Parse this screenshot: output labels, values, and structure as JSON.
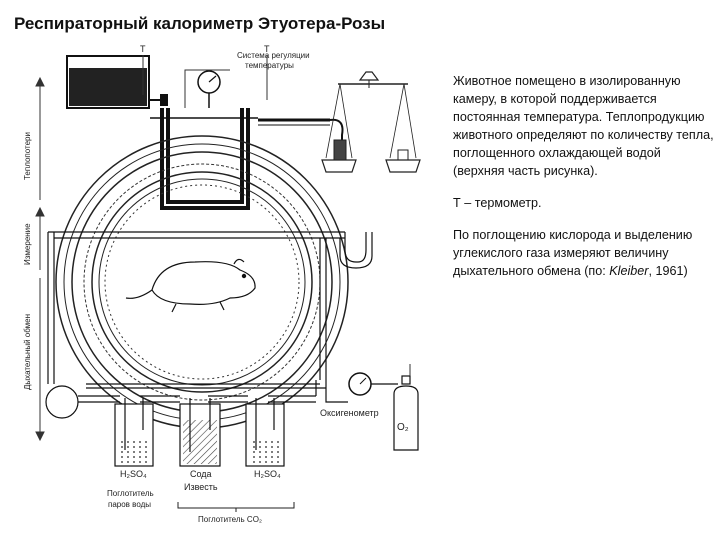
{
  "title": "Респираторный калориметр Этуотера-Розы",
  "paragraphs": {
    "p1": "Животное помещено в изолированную камеру, в которой поддерживается постоянная температура. Теплопродукцию животного определяют по количеству тепла, поглощенного охлаждающей водой (верхняя часть рисунка).",
    "p2": "Т – термометр.",
    "p3_before": "По поглощению кислорода и выделению углекислого газа измеряют величину дыхательного обмена (по: ",
    "p3_author": "Kleiber",
    "p3_after": ", 1961)"
  },
  "diagram": {
    "temp_system_line1": "Система регуляции",
    "temp_system_line2": "температуры",
    "thermo_left": "Т",
    "thermo_right": "Т",
    "axis_heat": "Теплопотери",
    "axis_measure": "Измерение",
    "axis_resp": "Дыхательный обмен",
    "oxygenometer": "Оксигенометр",
    "o2": "O₂",
    "h2so4_left": "H₂SO₄",
    "soda": "Сода",
    "lime": "Известь",
    "h2so4_right": "H₂SO₄",
    "water_absorber_line1": "Поглотитель",
    "water_absorber_line2": "паров воды",
    "co2_absorber": "Поглотитель CO₂"
  }
}
